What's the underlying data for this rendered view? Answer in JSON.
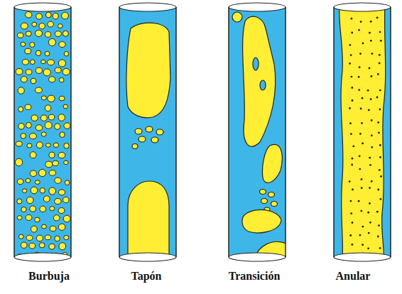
{
  "diagram": {
    "labels": [
      "Burbuja",
      "Tapón",
      "Transición",
      "Anular"
    ]
  }
}
